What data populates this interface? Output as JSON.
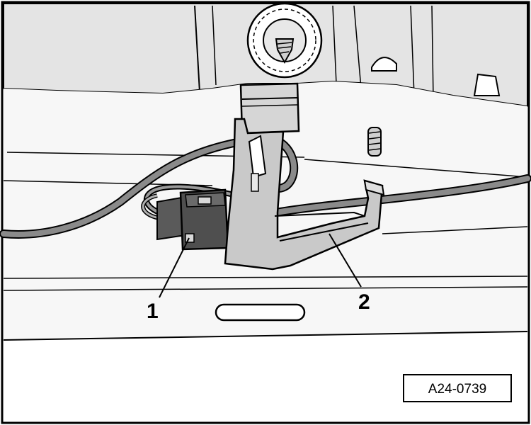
{
  "figure": {
    "callouts": [
      {
        "id": "1",
        "label": "1",
        "part": "electrical-connector"
      },
      {
        "id": "2",
        "label": "2",
        "part": "retaining-clip"
      }
    ],
    "reference_code": "A24-0739"
  },
  "colors": {
    "background": "#ffffff",
    "line": "#000000",
    "panel_light": "#e2e2e2",
    "panel_mid": "#d6d6d6",
    "connector_dark": "#4f4f4f",
    "wire_gray": "#8a8a8a",
    "bracket_gray": "#c9c9c9"
  },
  "icons": [
    "screw-head-icon",
    "threaded-stud-icon"
  ]
}
